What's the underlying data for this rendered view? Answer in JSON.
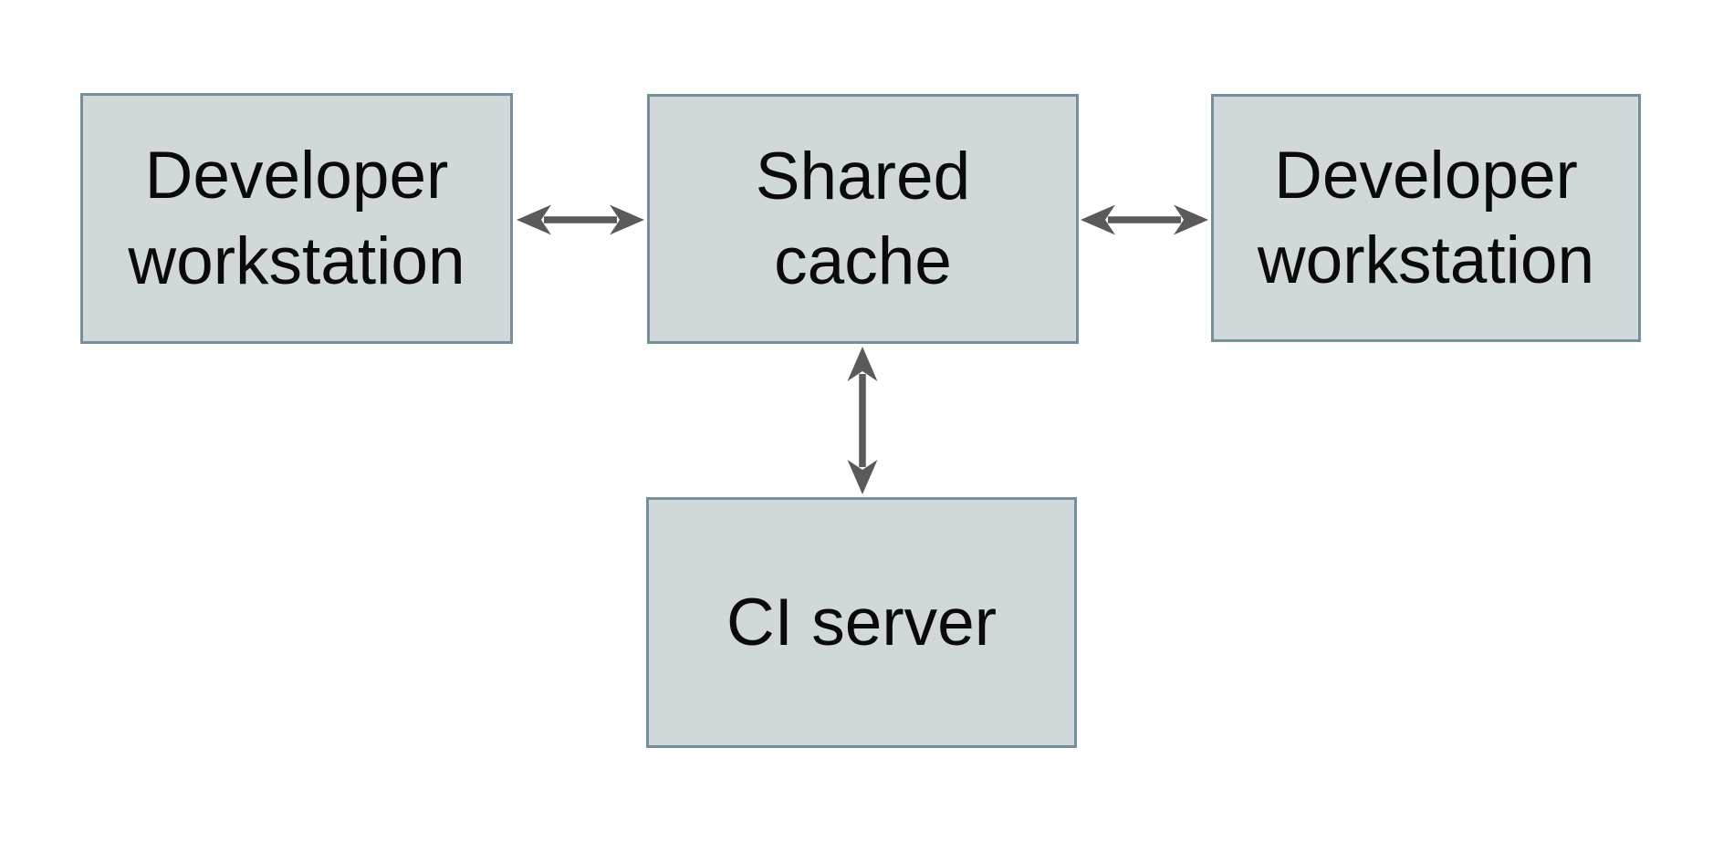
{
  "diagram": {
    "type": "architecture-diagram",
    "background_color": "#ffffff",
    "node_fill_color": "#d1d8da",
    "node_border_color": "#75909b",
    "arrow_color": "#5a5a5a",
    "text_color": "#0a0a0a",
    "nodes": [
      {
        "id": "developer-workstation-left",
        "label": "Developer workstation",
        "lines": [
          "Developer",
          "workstation"
        ]
      },
      {
        "id": "shared-cache",
        "label": "Shared cache",
        "lines": [
          "Shared",
          "cache"
        ]
      },
      {
        "id": "developer-workstation-right",
        "label": "Developer workstation",
        "lines": [
          "Developer",
          "workstation"
        ]
      },
      {
        "id": "ci-server",
        "label": "CI server",
        "lines": [
          "CI server"
        ]
      }
    ],
    "edges": [
      {
        "from": "developer-workstation-left",
        "to": "shared-cache",
        "direction": "bidirectional",
        "orientation": "horizontal"
      },
      {
        "from": "shared-cache",
        "to": "developer-workstation-right",
        "direction": "bidirectional",
        "orientation": "horizontal"
      },
      {
        "from": "shared-cache",
        "to": "ci-server",
        "direction": "bidirectional",
        "orientation": "vertical"
      }
    ]
  }
}
